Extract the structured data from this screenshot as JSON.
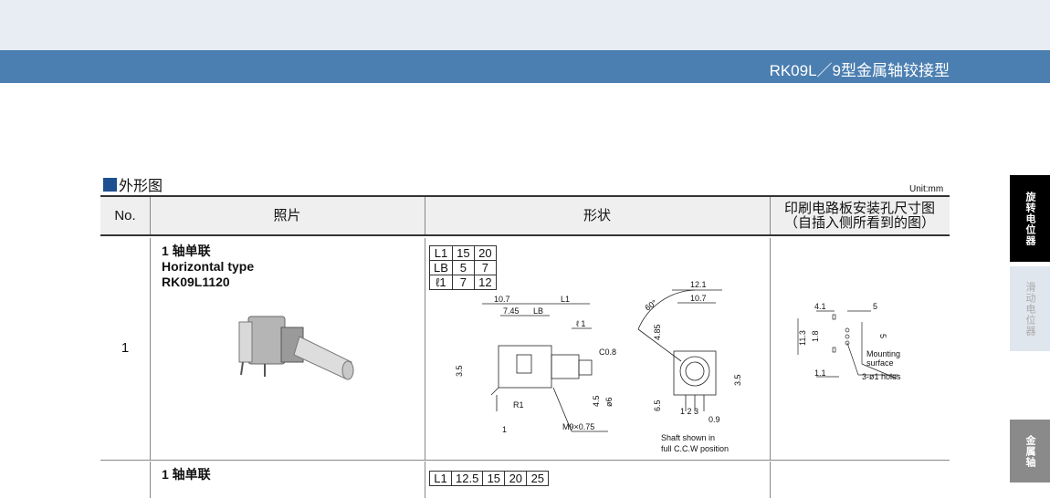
{
  "header": {
    "title": "RK09L／9型金属轴铰接型"
  },
  "section": {
    "title": "外形图",
    "unit": "Unit:mm"
  },
  "table": {
    "columns": [
      "No.",
      "照片",
      "形状",
      "印刷电路板安装孔尺寸图",
      "（自插入侧所看到的图）"
    ]
  },
  "rows": [
    {
      "no": "1",
      "line1": "1 轴单联",
      "line2": "Horizontal type",
      "line3": "RK09L1120",
      "dims": [
        [
          "L1",
          "15",
          "20"
        ],
        [
          "LB",
          "5",
          "7"
        ],
        [
          "ℓ1",
          "7",
          "12"
        ]
      ],
      "drawing": {
        "d_10_7": "10.7",
        "d_7_45": "7.45",
        "d_lb": "LB",
        "d_l1": "L1",
        "d_ell1": "ℓ 1",
        "d_c08": "C0.8",
        "d_3_5": "3.5",
        "d_r1": "R1",
        "d_4_5": "4.5",
        "d_phi6": "ø6",
        "d_1": "1",
        "d_m9": "M9×0.75",
        "d_12_1": "12.1",
        "d_60": "60°",
        "d_10_7b": "10.7",
        "d_4_85": "4.85",
        "d_6_5": "6.5",
        "d_3_5b": "3.5",
        "d_pins": "1 2 3",
        "d_0_9": "0.9",
        "note1": "Shaft shown in",
        "note2": "full C.C.W position"
      },
      "pcb": {
        "d_4_1": "4.1",
        "d_5": "5",
        "d_11_3": "11.3",
        "d_1_8": "1.8",
        "d_5b": "5",
        "mount1": "Mounting",
        "mount2": "surface",
        "holes": "3-ø1 holes",
        "d_1_1": "1.1"
      }
    },
    {
      "line1": "1 轴单联",
      "dims": [
        "L1",
        "12.5",
        "15",
        "20",
        "25"
      ]
    }
  ],
  "side_tabs": [
    "旋转电位器",
    "滑动电位器",
    "金属轴"
  ],
  "colors": {
    "blue_bar": "#4b7fb1",
    "section_mark": "#1d4f91",
    "active_tab": "#000000"
  }
}
